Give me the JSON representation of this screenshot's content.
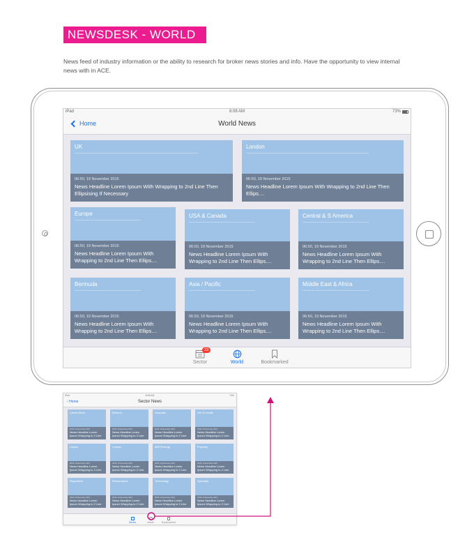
{
  "header": {
    "title": "NEWSDESK - WORLD",
    "description": "News feed of industry information or the ability to research for broker news stories and info. Have the opportunity to view internal news with in ACE."
  },
  "device": {
    "status": {
      "carrier": "iPad",
      "time": "8:08 AM",
      "battery": "73%"
    },
    "nav": {
      "back_label": "Home",
      "title": "World News"
    },
    "cards": [
      {
        "category": "UK",
        "date": "06:50, 19 November 2015",
        "headline": "News Headline Lorem Ipsum With Wrapping to 2nd Line Then Ellipsising If Necessary"
      },
      {
        "category": "London",
        "date": "06:50, 19 November 2015",
        "headline": "News Headline Lorem Ipsum With Wrapping to 2nd Line Then Ellips...."
      },
      {
        "category": "Europe",
        "date": "06:50, 19 November 2015",
        "headline": "News Headline Lorem Ipsum With Wrapping to 2nd Line Then Ellips...."
      },
      {
        "category": "USA & Canada",
        "date": "06:50, 19 November 2015",
        "headline": "News Headline Lorem Ipsum With Wrapping to 2nd Line Then Ellips...."
      },
      {
        "category": "Central & S America",
        "date": "06:50, 19 November 2015",
        "headline": "News Headline Lorem Ipsum With Wrapping to 2nd Line Then Ellips...."
      },
      {
        "category": "Bermuda",
        "date": "06:50, 19 November 2015",
        "headline": "News Headline Lorem Ipsum With Wrapping to 2nd Line Then Ellips...."
      },
      {
        "category": "Asia / Pacific",
        "date": "06:50, 19 November 2015",
        "headline": "News Headline Lorem Ipsum With Wrapping to 2nd Line Then Ellips...."
      },
      {
        "category": "Middle East & Africa",
        "date": "06:50, 19 November 2015",
        "headline": "News Headline Lorem Ipsum With Wrapping to 2nd Line Then Ellips...."
      }
    ],
    "tabs": [
      {
        "label": "Sector",
        "badge": "23",
        "icon": "calendar-icon"
      },
      {
        "label": "World",
        "icon": "globe-icon",
        "active": true
      },
      {
        "label": "Bookmarked",
        "icon": "bookmark-icon"
      }
    ]
  },
  "preview": {
    "status": {
      "carrier": "iPad",
      "time": "8:08 AM",
      "battery": "73%"
    },
    "nav": {
      "back_label": "Home",
      "title": "Sector News"
    },
    "cards": [
      {
        "category": "Latest News",
        "date": "06:50, 19 November 2015",
        "headline": "News Headline Lorem Ipsum Wrapping to 2 Line"
      },
      {
        "category": "Brokers",
        "date": "06:50, 19 November 2015",
        "headline": "News Headline Lorem Ipsum Wrapping to 2 Line"
      },
      {
        "category": "Casualty",
        "date": "06:50, 19 November 2015",
        "headline": "News Headline Lorem Ipsum Wrapping to 2 Line"
      },
      {
        "category": "Life & Health",
        "date": "06:50, 19 November 2015",
        "headline": "News Headline Lorem Ipsum Wrapping to 2 Line"
      },
      {
        "category": "Lloyds",
        "date": "06:50, 19 November 2015",
        "headline": "News Headline Lorem Ipsum Wrapping to 2 Line"
      },
      {
        "category": "Losses",
        "date": "06:50, 19 November 2015",
        "headline": "News Headline Lorem Ipsum Wrapping to 2 Line"
      },
      {
        "category": "MAT/Energy",
        "date": "06:50, 19 November 2015",
        "headline": "News Headline Lorem Ipsum Wrapping to 2 Line"
      },
      {
        "category": "Property",
        "date": "06:50, 19 November 2015",
        "headline": "News Headline Lorem Ipsum Wrapping to 2 Line"
      },
      {
        "category": "Regulation",
        "date": "06:50, 19 November 2015",
        "headline": "News Headline Lorem Ipsum Wrapping to 2 Line"
      },
      {
        "category": "Reinsurance",
        "date": "06:50, 19 November 2015",
        "headline": "News Headline Lorem Ipsum Wrapping to 2 Line"
      },
      {
        "category": "Technology",
        "date": "06:50, 19 November 2015",
        "headline": "News Headline Lorem Ipsum Wrapping to 2 Line"
      },
      {
        "category": "Specialty",
        "date": "06:50, 19 November 2015",
        "headline": "News Headline Lorem Ipsum Wrapping to 2 Line"
      }
    ],
    "tabs": [
      {
        "label": "Sector",
        "active": true
      },
      {
        "label": "World"
      },
      {
        "label": "Bookmarked"
      }
    ]
  },
  "colors": {
    "accent_pink": "#ec1b8f",
    "card_blue": "#9ec3e6",
    "card_footer": "#6f7f96",
    "ios_blue": "#1a73e8",
    "badge_red": "#ff3b30"
  }
}
